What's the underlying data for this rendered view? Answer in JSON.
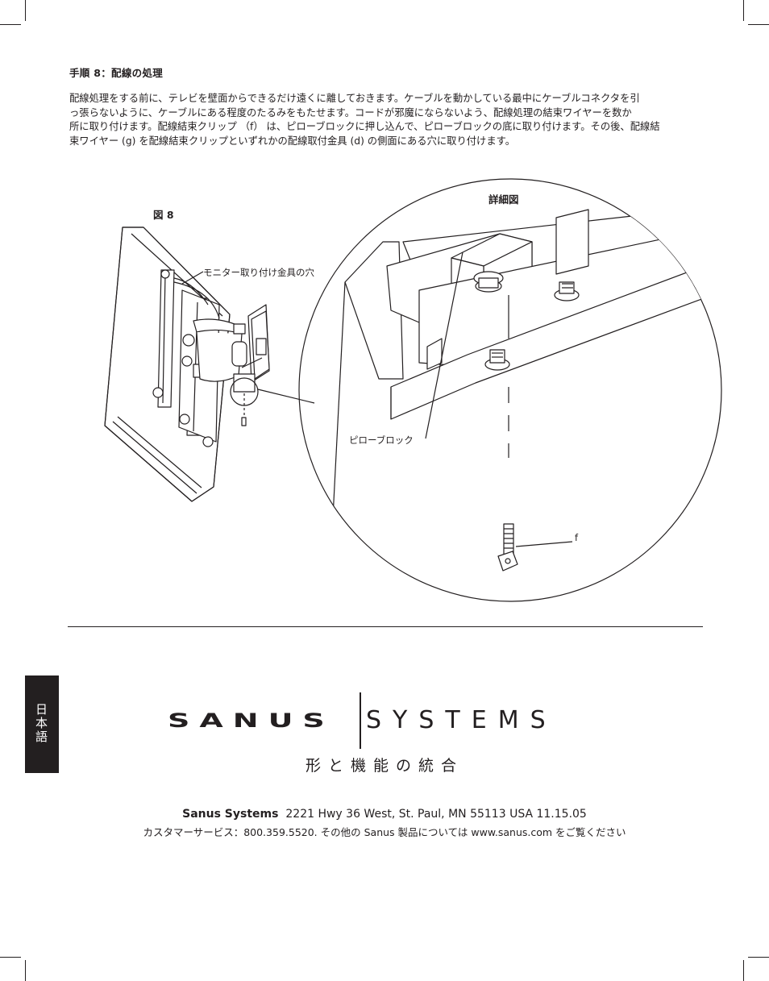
{
  "step": {
    "title": "手順 8：配線の処理"
  },
  "paragraph": {
    "lines": [
      "配線処理をする前に、テレビを壁面からできるだけ遠くに離しておきます。ケーブルを動かしている最中にケーブルコネクタを引",
      "っ張らないように、ケーブルにある程度のたるみをもたせます。コードが邪魔にならないよう、配線処理の結束ワイヤーを数か",
      "所に取り付けます。配線結束クリップ （f） は、ピローブロックに押し込んで、ピローブロックの底に取り付けます。その後、配線結",
      "束ワイヤー (g) を配線結束クリップといずれかの配線取付金具 (d) の側面にある穴に取り付けます。"
    ]
  },
  "figure": {
    "label": "図 8",
    "detail_label": "詳細図",
    "callout_monitor_holes": "モニター取り付け金具の穴",
    "callout_pillow_block": "ピローブロック",
    "callout_f": "f"
  },
  "language_tab": {
    "label": "日本語"
  },
  "logo": {
    "brand": "SANUS",
    "systems": "SYSTEMS",
    "tagline": "形と機能の統合"
  },
  "footer": {
    "company": "Sanus Systems",
    "address": "2221 Hwy 36 West, St. Paul, MN 55113 USA 11.15.05",
    "support": "カスタマーサービス：800.359.5520. その他の Sanus 製品については www.sanus.com をご覧ください"
  },
  "colors": {
    "ink": "#231f20",
    "paper": "#ffffff"
  }
}
